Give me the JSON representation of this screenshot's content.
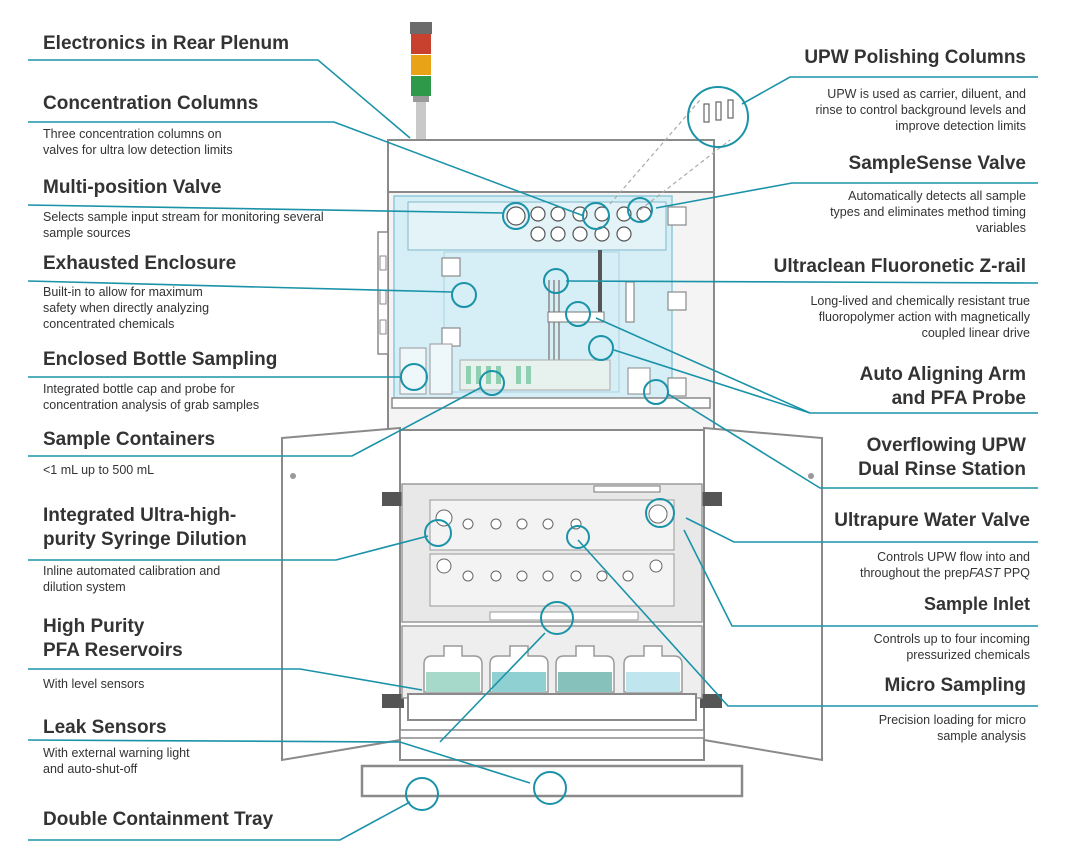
{
  "labels": {
    "electronics": {
      "title": "Electronics in Rear Plenum"
    },
    "concentration": {
      "title": "Concentration Columns",
      "desc": "Three concentration columns on valves for ultra low detection limits"
    },
    "multiposition": {
      "title": "Multi-position Valve",
      "desc": "Selects sample input stream for monitoring several sample sources"
    },
    "exhausted": {
      "title": "Exhausted Enclosure",
      "desc": "Built-in to allow for maximum safety when directly analyzing concentrated chemicals"
    },
    "bottle": {
      "title": "Enclosed Bottle Sampling",
      "desc": "Integrated bottle cap and probe for concentration analysis of grab samples"
    },
    "containers": {
      "title": "Sample Containers",
      "desc": "<1 mL up to 500 mL"
    },
    "syringe": {
      "title_line1": "Integrated Ultra-high-",
      "title_line2": "purity Syringe Dilution",
      "desc": "Inline automated calibration and dilution system"
    },
    "reservoirs": {
      "title_line1": "High Purity",
      "title_line2": "PFA Reservoirs",
      "desc": "With level sensors"
    },
    "leak": {
      "title": "Leak Sensors",
      "desc": "With external warning light and auto-shut-off"
    },
    "tray": {
      "title": "Double Containment Tray"
    },
    "upw_polishing": {
      "title": "UPW Polishing Columns",
      "desc": "UPW is used as carrier, diluent, and rinse to control background levels and improve detection limits"
    },
    "samplesense": {
      "title": "SampleSense Valve",
      "desc": "Automatically detects all sample types and eliminates method timing variables"
    },
    "zrail": {
      "title": "Ultraclean Fluoronetic Z-rail",
      "desc": "Long-lived and chemically resistant true fluoropolymer action with magnetically coupled linear drive"
    },
    "arm": {
      "title_line1": "Auto Aligning Arm",
      "title_line2": "and PFA Probe"
    },
    "overflow": {
      "title_line1": "Overflowing UPW",
      "title_line2": "Dual Rinse Station"
    },
    "upw_valve": {
      "title": "Ultrapure Water Valve",
      "desc_pre": "Controls UPW flow into and throughout the prep",
      "desc_em": "FAST",
      "desc_post": " PPQ"
    },
    "inlet": {
      "title": "Sample Inlet",
      "desc": "Controls up to four incoming pressurized chemicals"
    },
    "micro": {
      "title": "Micro Sampling",
      "desc": "Precision loading for micro sample analysis"
    }
  },
  "colors": {
    "accent": "#1a93a8",
    "enclosure_fill": "#d6eef6",
    "cabinet_stroke": "#8a8a8a",
    "panel_fill": "#e8e8e8",
    "beacon_red": "#c8412f",
    "beacon_amber": "#e8a317",
    "beacon_green": "#2e9a49",
    "bottle_fills": [
      "#a6d9c9",
      "#8fd1d3",
      "#86c2bb",
      "#bfe6ee"
    ]
  }
}
